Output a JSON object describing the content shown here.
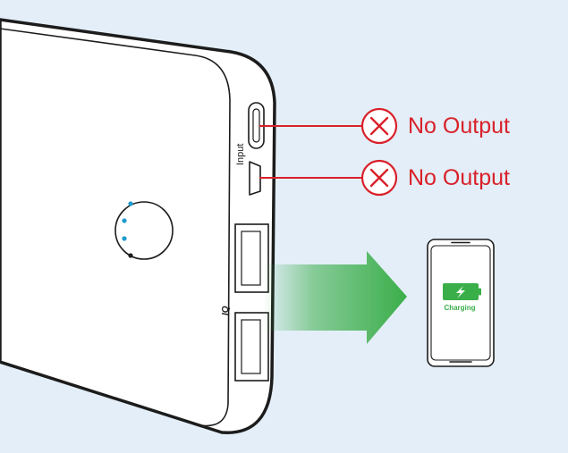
{
  "colors": {
    "background": "#e3eef8",
    "outline": "#1c1c1c",
    "warning_red": "#d9212a",
    "arrow_green": "#3aae49",
    "led_blue": "#1e9bd0",
    "battery_green": "#3aae49"
  },
  "ports": {
    "input_label": "Input",
    "iq_label": "IQ"
  },
  "callouts": [
    {
      "icon": "x-circle-icon",
      "text": "No Output"
    },
    {
      "icon": "x-circle-icon",
      "text": "No Output"
    }
  ],
  "phone": {
    "status_text": "Charging",
    "battery_icon": "battery-charging-icon"
  }
}
